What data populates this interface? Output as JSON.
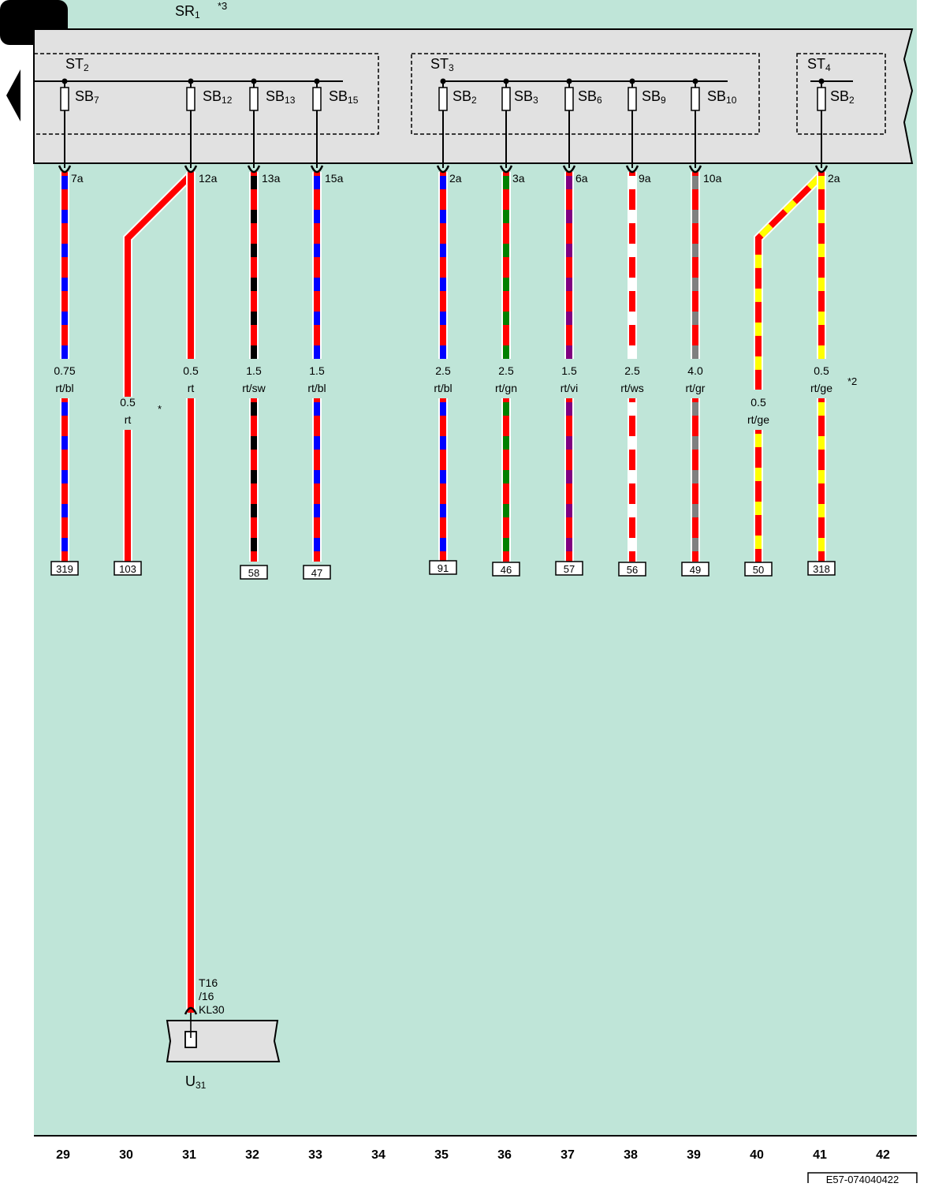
{
  "colors": {
    "background": "#bfe5d8",
    "box": "#e1e1e1",
    "rt": "#ff0000",
    "bl": "#0000ff",
    "sw": "#000000",
    "gn": "#008000",
    "vi": "#800080",
    "ws": "#ffffff",
    "gr": "#808080",
    "ge": "#ffff00"
  },
  "distributor": {
    "name": "SR",
    "sub": "1",
    "note": "*3"
  },
  "strips": [
    {
      "name": "ST",
      "sub": "2"
    },
    {
      "name": "ST",
      "sub": "3"
    },
    {
      "name": "ST",
      "sub": "4"
    }
  ],
  "fuses": [
    {
      "name": "SB",
      "sub": "7",
      "column": 29,
      "pin": "7a"
    },
    {
      "name": "SB",
      "sub": "12",
      "column": 31,
      "pin": "12a"
    },
    {
      "name": "SB",
      "sub": "13",
      "column": 32,
      "pin": "13a"
    },
    {
      "name": "SB",
      "sub": "15",
      "column": 33,
      "pin": "15a"
    },
    {
      "name": "SB",
      "sub": "2",
      "column": 35,
      "pin": "2a"
    },
    {
      "name": "SB",
      "sub": "3",
      "column": 36,
      "pin": "3a"
    },
    {
      "name": "SB",
      "sub": "6",
      "column": 37,
      "pin": "6a"
    },
    {
      "name": "SB",
      "sub": "9",
      "column": 38,
      "pin": "9a"
    },
    {
      "name": "SB",
      "sub": "10",
      "column": 39,
      "pin": "10a"
    },
    {
      "name": "SB",
      "sub": "2",
      "column": 41,
      "pin": "2a"
    }
  ],
  "wires": [
    {
      "column": 29,
      "size": "0.75",
      "color_code": "rt/bl",
      "stripe": "bl",
      "connection": "319"
    },
    {
      "column": 30,
      "size": "0.5",
      "color_code": "rt",
      "stripe": "",
      "connection": "103",
      "note": "*"
    },
    {
      "column": 31,
      "size": "0.5",
      "color_code": "rt",
      "stripe": "",
      "connection": ""
    },
    {
      "column": 32,
      "size": "1.5",
      "color_code": "rt/sw",
      "stripe": "sw",
      "connection": "58"
    },
    {
      "column": 33,
      "size": "1.5",
      "color_code": "rt/bl",
      "stripe": "bl",
      "connection": "47"
    },
    {
      "column": 35,
      "size": "2.5",
      "color_code": "rt/bl",
      "stripe": "bl",
      "connection": "91"
    },
    {
      "column": 36,
      "size": "2.5",
      "color_code": "rt/gn",
      "stripe": "gn",
      "connection": "46"
    },
    {
      "column": 37,
      "size": "1.5",
      "color_code": "rt/vi",
      "stripe": "vi",
      "connection": "57"
    },
    {
      "column": 38,
      "size": "2.5",
      "color_code": "rt/ws",
      "stripe": "ws",
      "connection": "56"
    },
    {
      "column": 39,
      "size": "4.0",
      "color_code": "rt/gr",
      "stripe": "gr",
      "connection": "49"
    },
    {
      "column": 40,
      "size": "0.5",
      "color_code": "rt/ge",
      "stripe": "ge",
      "connection": "50"
    },
    {
      "column": 41,
      "size": "0.5",
      "color_code": "rt/ge",
      "stripe": "ge",
      "connection": "318",
      "note": "*2"
    }
  ],
  "component": {
    "name": "U",
    "sub": "31",
    "pin_lines": [
      "T16",
      "/16",
      "KL30"
    ]
  },
  "columns": [
    "29",
    "30",
    "31",
    "32",
    "33",
    "34",
    "35",
    "36",
    "37",
    "38",
    "39",
    "40",
    "41",
    "42"
  ],
  "reference": "E57-074040422"
}
